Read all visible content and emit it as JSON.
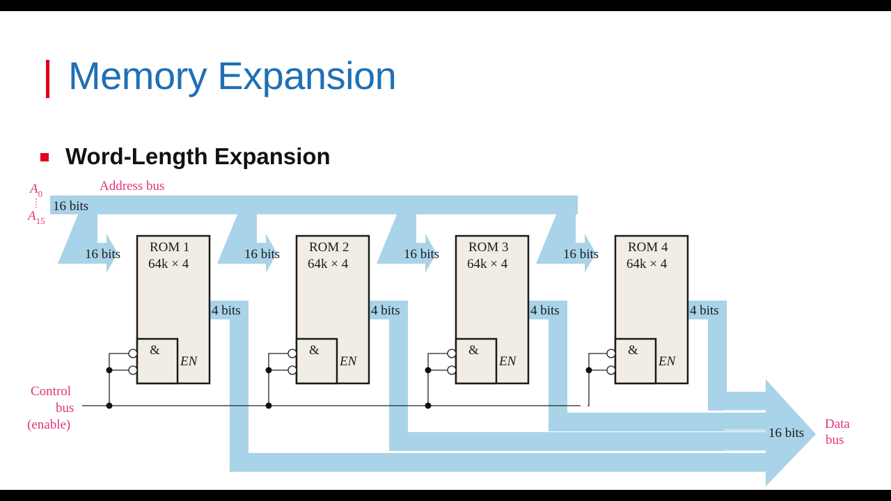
{
  "slide": {
    "title": "Memory Expansion",
    "bullet": "Word-Length Expansion"
  },
  "diagram": {
    "address_bus_label": "Address bus",
    "address_in_label": "16 bits",
    "addr_top": "A",
    "addr_top_sub": "0",
    "addr_bottom": "A",
    "addr_bottom_sub": "15",
    "control_bus_label": [
      "Control",
      "bus",
      "(enable)"
    ],
    "data_bus_label": [
      "Data",
      "bus"
    ],
    "data_bus_width": "16 bits",
    "gate_symbol": "&",
    "enable_label": "EN",
    "roms": [
      {
        "name": "ROM 1",
        "size": "64k × 4",
        "addr_in": "16 bits",
        "data_out": "4 bits"
      },
      {
        "name": "ROM 2",
        "size": "64k × 4",
        "addr_in": "16 bits",
        "data_out": "4 bits"
      },
      {
        "name": "ROM 3",
        "size": "64k × 4",
        "addr_in": "16 bits",
        "data_out": "4 bits"
      },
      {
        "name": "ROM 4",
        "size": "64k × 4",
        "addr_in": "16 bits",
        "data_out": "4 bits"
      }
    ],
    "colors": {
      "bus": "#a9d3e8",
      "rom_fill": "#f1ede4",
      "label_pink": "#e0337b"
    }
  }
}
